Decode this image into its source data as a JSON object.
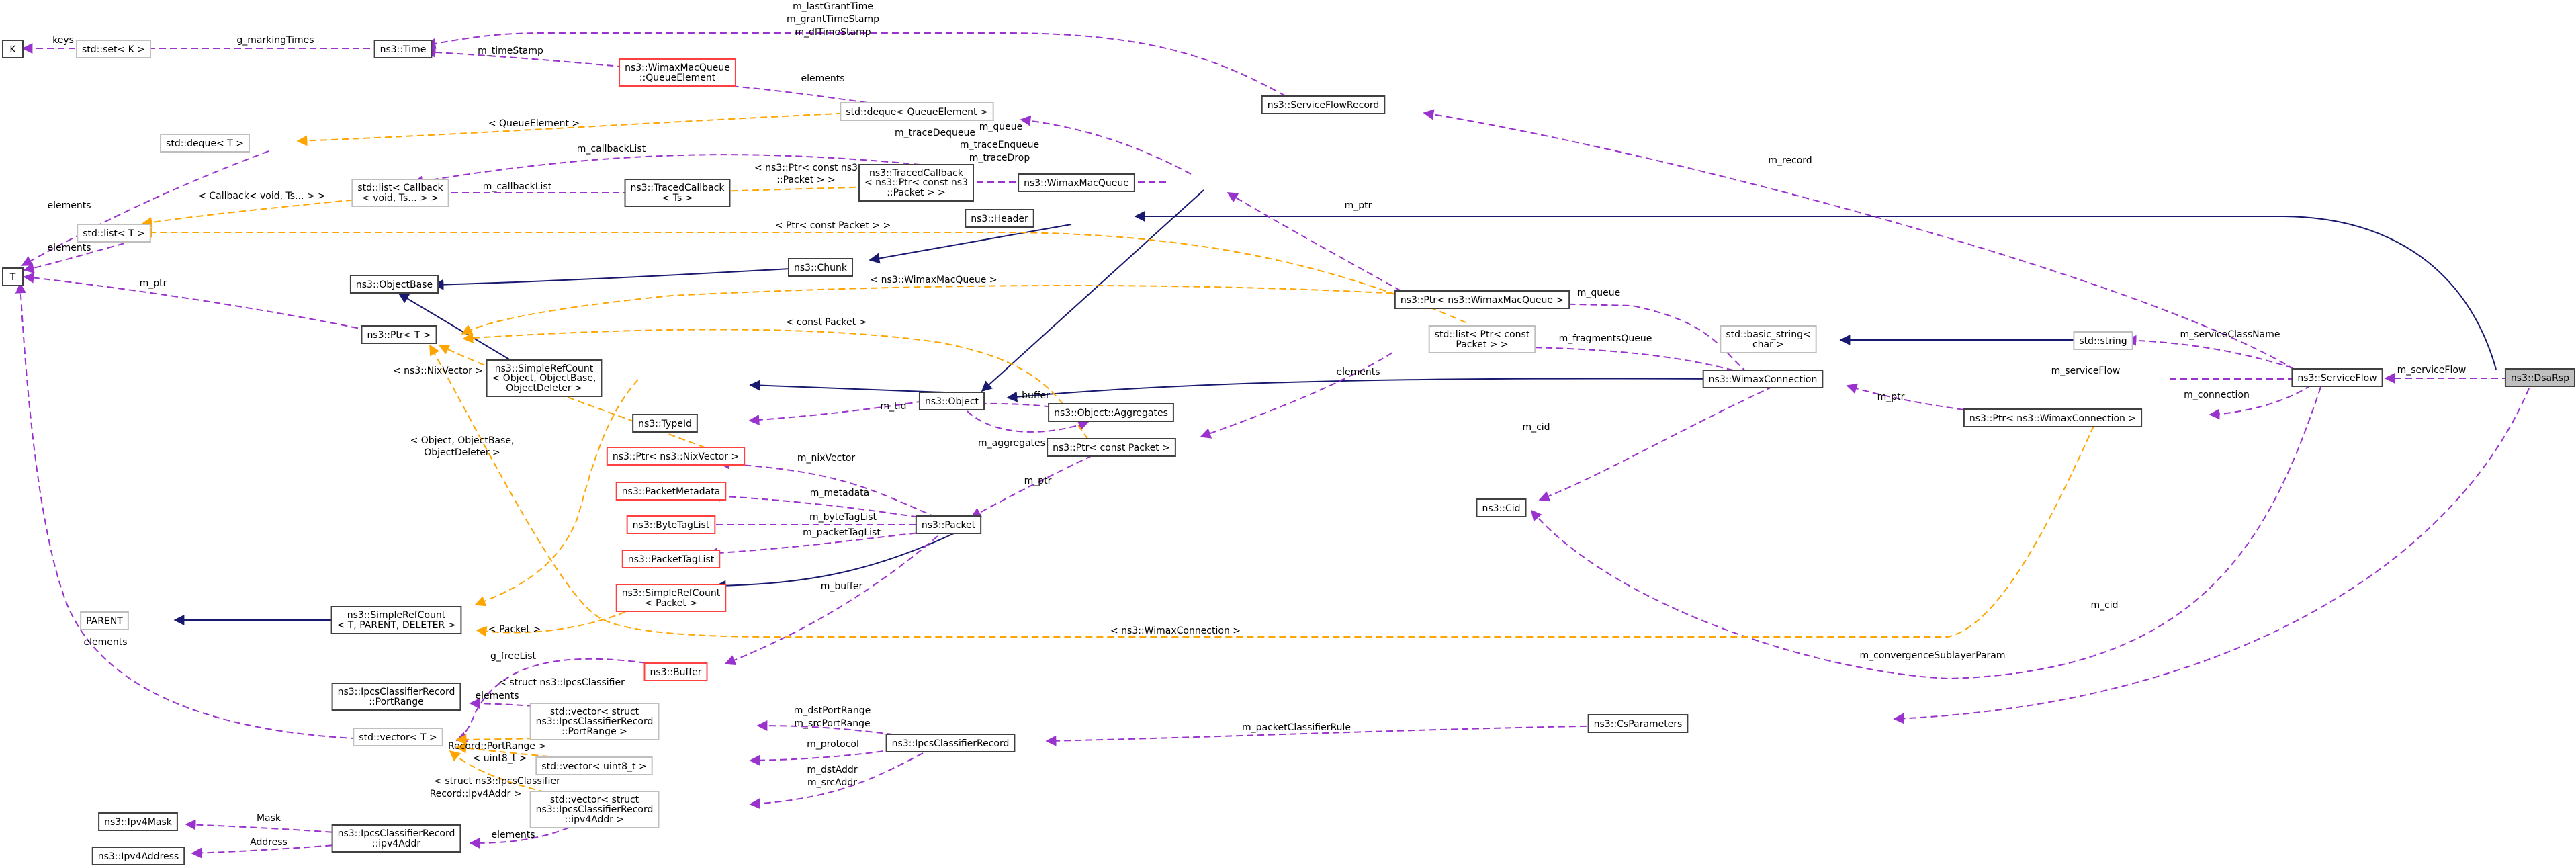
{
  "colors": {
    "usage": "#9a32cd",
    "template": "#ffa500",
    "inherit": "#191970",
    "root_fill": "#bfbfbf",
    "missing_border": "#ff4040"
  },
  "nodes": {
    "K": "K",
    "set_K": "std::set< K >",
    "time": "ns3::Time",
    "queue_element": [
      "ns3::WimaxMacQueue",
      "::QueueElement"
    ],
    "deque_qe": "std::deque< QueueElement >",
    "sf_record": "ns3::ServiceFlowRecord",
    "deque_T": "std::deque< T >",
    "list_callback": [
      "std::list< Callback",
      "< void, Ts... > >"
    ],
    "traced_cb_ts": [
      "ns3::TracedCallback",
      "< Ts >"
    ],
    "traced_cb_pkt": [
      "ns3::TracedCallback",
      "< ns3::Ptr< const ns3",
      "::Packet > >"
    ],
    "wimax_mac_queue": "ns3::WimaxMacQueue",
    "header": "ns3::Header",
    "list_T": "std::list< T >",
    "T": "T",
    "chunk": "ns3::Chunk",
    "object_base": "ns3::ObjectBase",
    "ptr_T": "ns3::Ptr< T >",
    "ptr_wmq": "ns3::Ptr< ns3::WimaxMacQueue >",
    "list_ptr_pkt": [
      "std::list< Ptr< const",
      "Packet > >"
    ],
    "basic_string": [
      "std::basic_string<",
      "char >"
    ],
    "std_string": "std::string",
    "simple_ref_obj": [
      "ns3::SimpleRefCount",
      "< Object, ObjectBase,",
      "ObjectDeleter >"
    ],
    "object": "ns3::Object",
    "wimax_conn": "ns3::WimaxConnection",
    "service_flow": "ns3::ServiceFlow",
    "dsa_rsp": "ns3::DsaRsp",
    "type_id": "ns3::TypeId",
    "aggregates": "ns3::Object::Aggregates",
    "ptr_const_pkt": "ns3::Ptr< const Packet >",
    "ptr_wconn": "ns3::Ptr< ns3::WimaxConnection >",
    "ptr_nix": "ns3::Ptr< ns3::NixVector >",
    "cid": "ns3::Cid",
    "pkt_metadata": "ns3::PacketMetadata",
    "byte_tag": "ns3::ByteTagList",
    "packet": "ns3::Packet",
    "pkt_tag": "ns3::PacketTagList",
    "simple_ref_pkt": [
      "ns3::SimpleRefCount",
      "< Packet >"
    ],
    "parent": "PARENT",
    "simple_ref_T": [
      "ns3::SimpleRefCount",
      "< T, PARENT, DELETER >"
    ],
    "buffer": "ns3::Buffer",
    "port_range": [
      "ns3::IpcsClassifierRecord",
      "::PortRange"
    ],
    "vec_port_range": [
      "std::vector< struct",
      "ns3::IpcsClassifierRecord",
      "::PortRange >"
    ],
    "vector_T": "std::vector< T >",
    "vec_uint8": "std::vector< uint8_t >",
    "ipcs_record": "ns3::IpcsClassifierRecord",
    "cs_params": "ns3::CsParameters",
    "vec_ipv4addr": [
      "std::vector< struct",
      "ns3::IpcsClassifierRecord",
      "::ipv4Addr >"
    ],
    "ipv4mask": "ns3::Ipv4Mask",
    "ipv4addr_rec": [
      "ns3::IpcsClassifierRecord",
      "::ipv4Addr"
    ],
    "ipv4address": "ns3::Ipv4Address"
  },
  "edge_labels": {
    "keys": "keys",
    "g_marking_times": "g_markingTimes",
    "sfr_times": [
      "m_lastGrantTime",
      "m_grantTimeStamp",
      "m_dlTimeStamp"
    ],
    "m_time_stamp": "m_timeStamp",
    "elements_qe": "elements",
    "queue_element_tmpl": "< QueueElement >",
    "m_queue_deque": "m_queue",
    "m_record": "m_record",
    "elements_deque_T": "elements",
    "m_callback_list_1": "m_callbackList",
    "m_callback_list_2": "m_callbackList",
    "callback_tmpl": "< Callback< void, Ts... > >",
    "ptr_const_ns3_pkt_tmpl": [
      "< ns3::Ptr< const ns3",
      "::Packet > >"
    ],
    "traces": [
      "m_traceEnqueue",
      "m_traceDrop",
      "m_traceDequeue"
    ],
    "elements_list_T": "elements",
    "ptr_const_pkt_tmpl": "< Ptr< const Packet > >",
    "m_ptr_T": "m_ptr",
    "m_ptr_wmq": "m_ptr",
    "wimax_mac_queue_tmpl": "< ns3::WimaxMacQueue >",
    "const_packet_tmpl": "< const Packet >",
    "m_queue": "m_queue",
    "m_fragments_queue": "m_fragmentsQueue",
    "nix_vector_tmpl": "< ns3::NixVector >",
    "elements_list_ptr": "elements",
    "m_service_flow_1": "m_serviceFlow",
    "m_service_flow_2": "m_serviceFlow",
    "m_service_class_name": "m_serviceClassName",
    "m_tid": "m_tid",
    "buffer": "buffer",
    "m_aggregates": "m_aggregates",
    "m_ptr_conn": "m_ptr",
    "m_connection": "m_connection",
    "m_cid_conn": "m_cid",
    "obj_tmpl": [
      "< Object, ObjectBase,",
      "ObjectDeleter >"
    ],
    "m_nix_vector": "m_nixVector",
    "m_ptr_pkt": "m_ptr",
    "m_metadata": "m_metadata",
    "m_byte_tag_list": "m_byteTagList",
    "m_packet_tag_list": "m_packetTagList",
    "m_buffer": "m_buffer",
    "packet_tmpl": "< Packet >",
    "wimax_conn_tmpl": "< ns3::WimaxConnection >",
    "m_cid_sf": "m_cid",
    "elements_vector_T": "elements",
    "g_free_list": "g_freeList",
    "m_convergence": "m_convergenceSublayerParam",
    "elements_port_range": "elements",
    "port_range_tmpl": [
      "< struct ns3::IpcsClassifier",
      "Record::PortRange >"
    ],
    "port_ranges": [
      "m_dstPortRange",
      "m_srcPortRange"
    ],
    "m_packet_classifier_rule": "m_packetClassifierRule",
    "uint8_tmpl": "< uint8_t >",
    "m_protocol": "m_protocol",
    "ipv4addr_tmpl": [
      "< struct ns3::IpcsClassifier",
      "Record::ipv4Addr >"
    ],
    "addrs": [
      "m_dstAddr",
      "m_srcAddr"
    ],
    "mask": "Mask",
    "elements_ipv4addr": "elements",
    "address": "Address"
  }
}
